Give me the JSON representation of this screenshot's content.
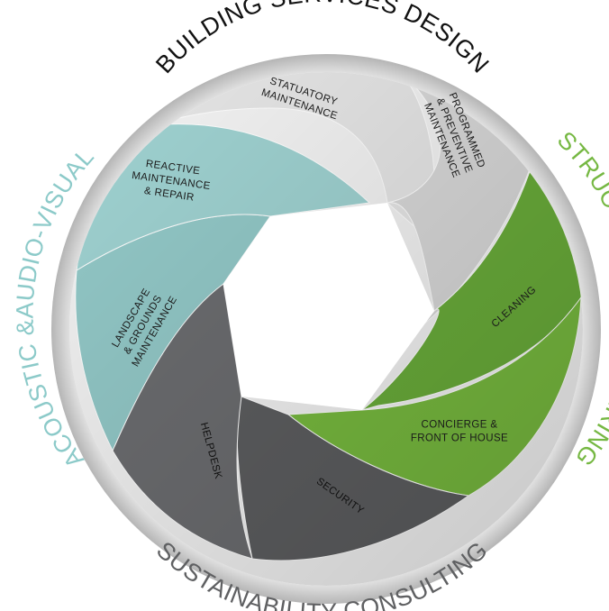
{
  "outer_labels": {
    "top": "BUILDING SERVICES DESIGN",
    "left": "ACOUSTIC &AUDIO-VISUAL",
    "right": "STRUCTURAL ENGINEERING",
    "bottom": "SUSTAINABILITY CONSULTING"
  },
  "segments": [
    {
      "id": "statutory",
      "lines": [
        "STATUATORY",
        "MAINTENANCE"
      ],
      "fill": "#e6e6e6",
      "text_color": "#1a1a1a"
    },
    {
      "id": "programmed",
      "lines": [
        "PROGRAMMED",
        "& PREVENTIVE",
        "MAINTENANCE"
      ],
      "fill": "#d9d9d9",
      "text_color": "#1a1a1a"
    },
    {
      "id": "cleaning",
      "lines": [
        "CLEANING"
      ],
      "fill": "#6aad3a",
      "text_color": "#1a1a1a"
    },
    {
      "id": "concierge",
      "lines": [
        "CONCIERGE &",
        "FRONT OF HOUSE"
      ],
      "fill": "#78bb3f",
      "text_color": "#1a1a1a"
    },
    {
      "id": "security",
      "lines": [
        "SECURITY"
      ],
      "fill": "#5d5e60",
      "text_color": "#111111"
    },
    {
      "id": "helpdesk",
      "lines": [
        "HELPDESK"
      ],
      "fill": "#6c6d70",
      "text_color": "#111111"
    },
    {
      "id": "landscape",
      "lines": [
        "LANDSCAPE",
        "& GROUNDS",
        "MAINTENANCE"
      ],
      "fill": "#93c9c8",
      "text_color": "#1a1a1a"
    },
    {
      "id": "reactive",
      "lines": [
        "REACTIVE",
        "MAINTENANCE",
        "& REPAIR"
      ],
      "fill": "#9fd2d1",
      "text_color": "#1a1a1a"
    }
  ],
  "colors": {
    "top_label": "#111111",
    "left_label": "#8ccac9",
    "right_label": "#76b843",
    "bottom_label": "#5f6062",
    "ring_outer": "#bdbdbd",
    "ring_inner": "#ffffff",
    "hole": "#ffffff"
  }
}
